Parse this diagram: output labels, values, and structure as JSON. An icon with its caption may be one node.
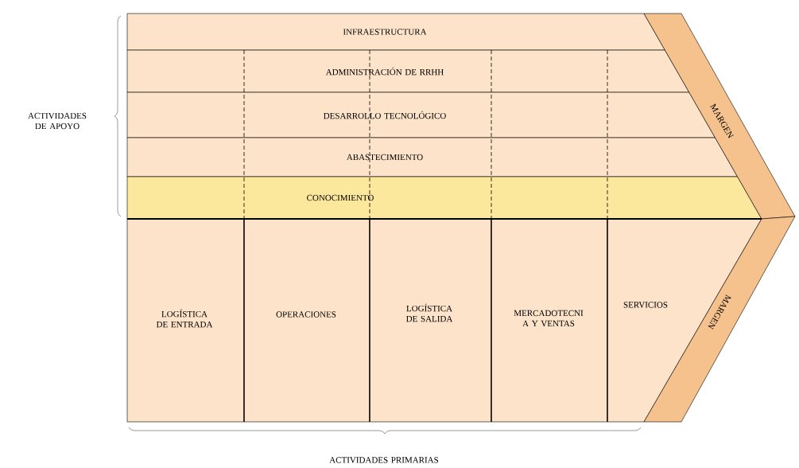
{
  "diagram": {
    "nodes": [
      {
        "text": [
          "INFRAESTRUCTURA"
        ]
      },
      {
        "text": [
          "ADMINISTRACIÓN DE RRHH"
        ]
      },
      {
        "text": [
          "DESARROLLO TECNOLÓGICO"
        ]
      },
      {
        "text": [
          "ABASTECIMIENTO"
        ]
      },
      {
        "text": [
          "CONOCIMIENTO"
        ]
      },
      {
        "text": [
          "LOGÍSTICA DE ENTRADA"
        ]
      },
      {
        "text": [
          "OPERACIONES"
        ]
      },
      {
        "text": [
          "LOGÍSTICA DE SALIDA"
        ]
      },
      {
        "text": [
          "MERCADOTECNI A Y VENTAS"
        ]
      },
      {
        "text": [
          "SERVICIOS"
        ]
      },
      {
        "text": [
          "MARGEN"
        ]
      },
      {
        "text": [
          "MARGEN"
        ]
      }
    ],
    "labels": [
      "ACTIVIDADES DE APOYO",
      "ACTIVIDADES PRIMARIAS"
    ]
  }
}
